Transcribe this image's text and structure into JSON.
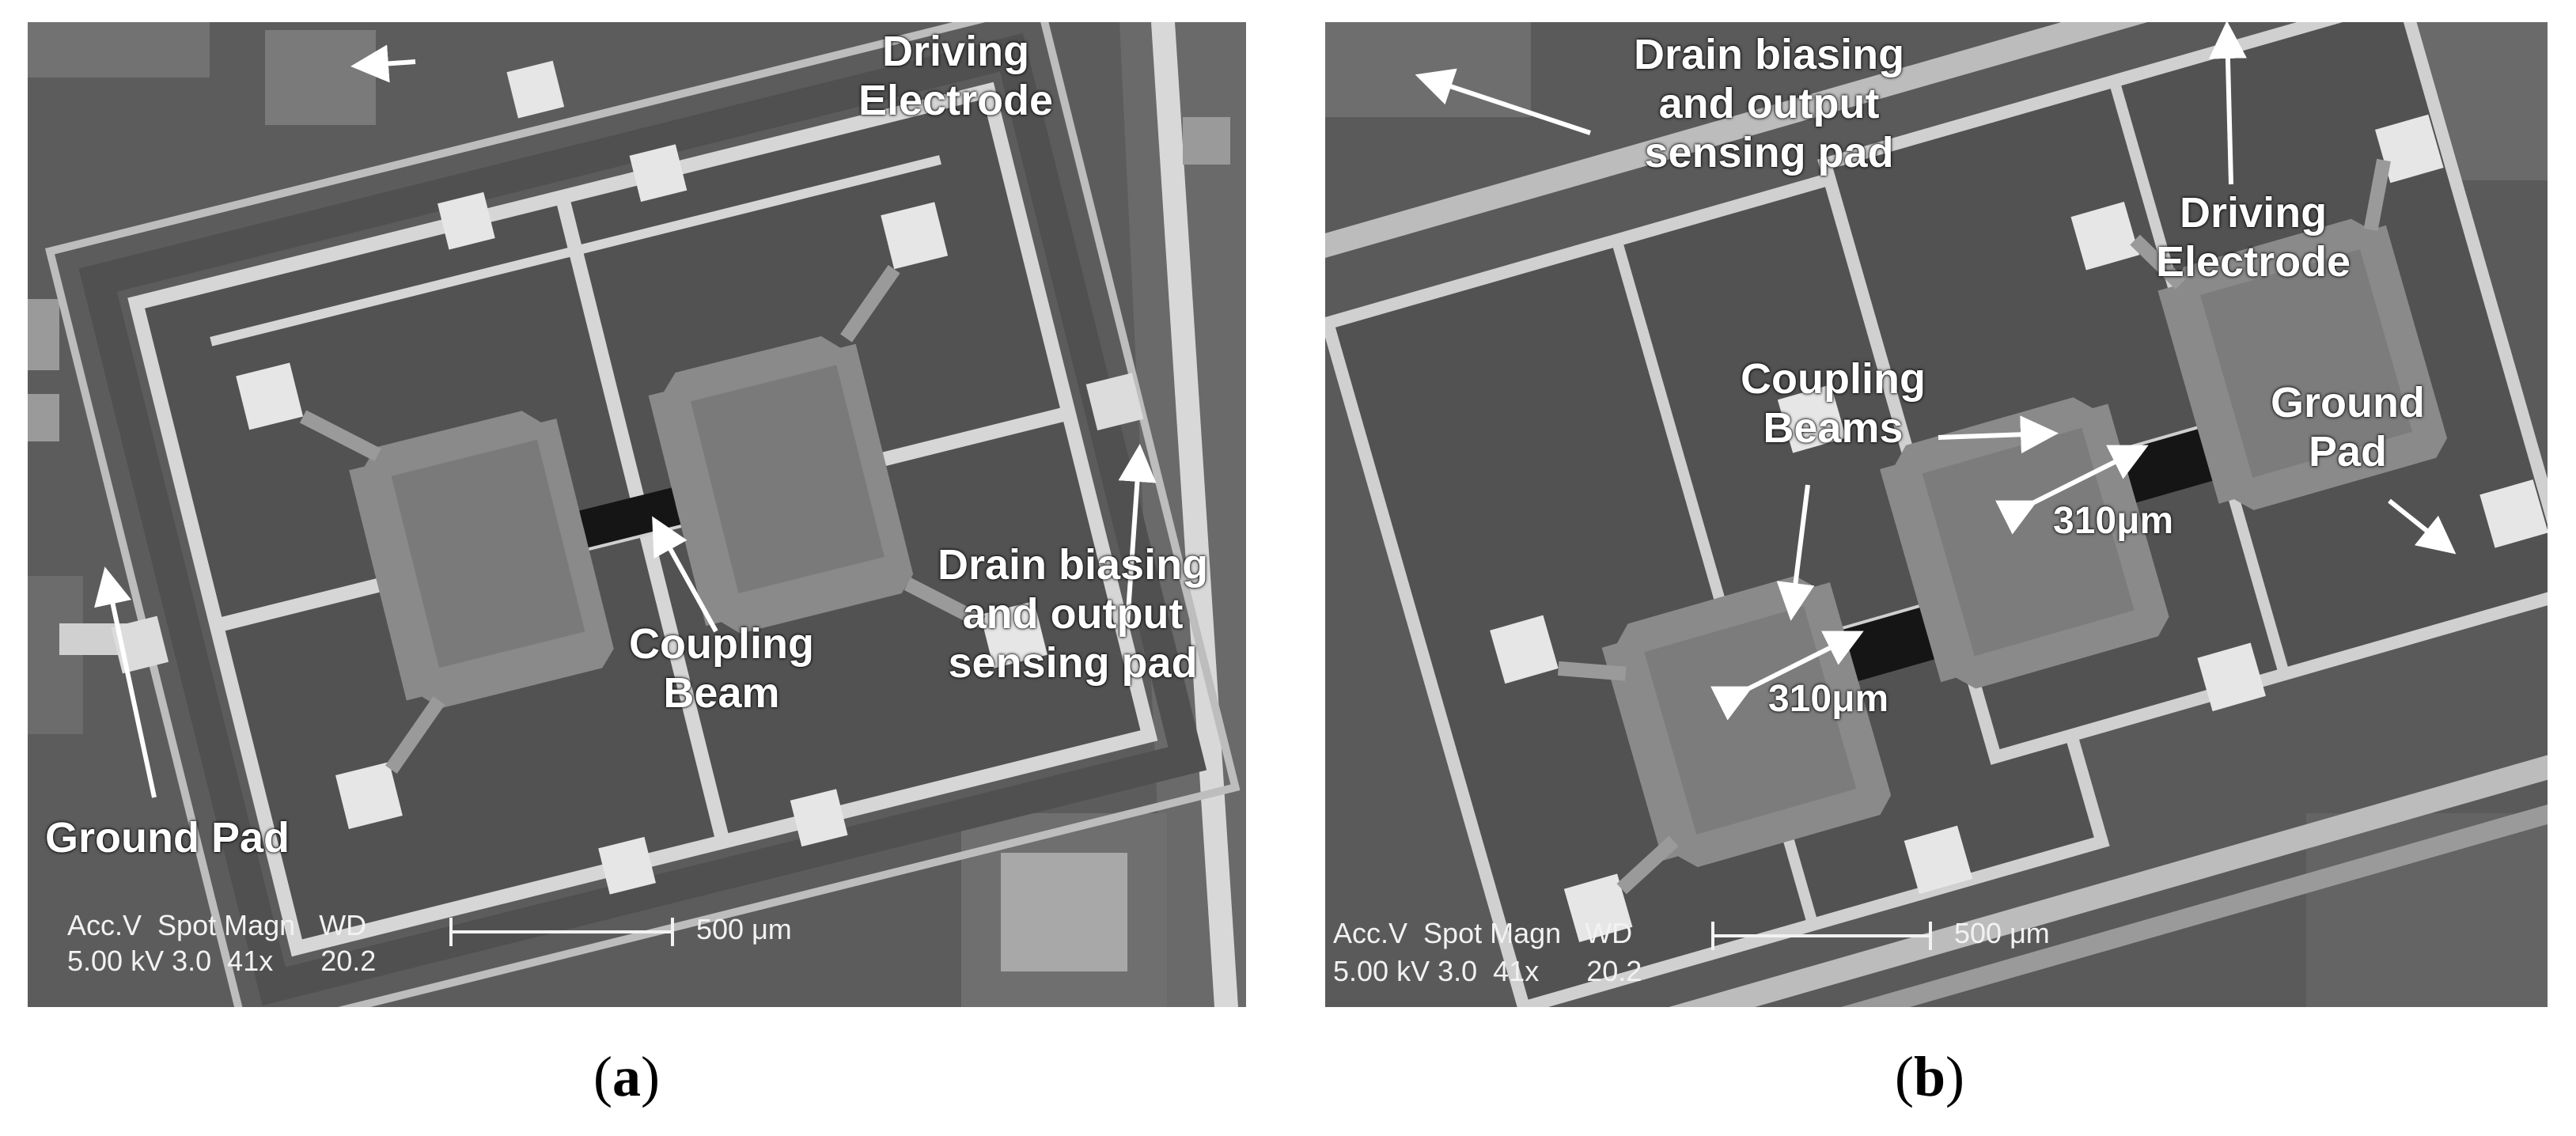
{
  "panel_a": {
    "labels": {
      "driving_electrode": [
        "Driving",
        "Electrode"
      ],
      "drain_pad": [
        "Drain biasing",
        "and output",
        "sensing pad"
      ],
      "coupling_beam": [
        "Coupling",
        "Beam"
      ],
      "ground_pad": "Ground Pad"
    },
    "sem_info": {
      "headers": [
        "Acc.V",
        "Spot",
        "Magn",
        "WD"
      ],
      "values": [
        "5.00 kV",
        "3.0",
        "41x",
        "20.2"
      ],
      "scale": "500 μm"
    },
    "caption_letter": "a"
  },
  "panel_b": {
    "labels": {
      "drain_pad": [
        "Drain biasing",
        "and output",
        "sensing pad"
      ],
      "driving_electrode": [
        "Driving",
        "Electrode"
      ],
      "coupling_beams": [
        "Coupling",
        "Beams"
      ],
      "ground_pad": [
        "Ground",
        "Pad"
      ],
      "dimension_1": "310μm",
      "dimension_2": "310μm"
    },
    "sem_info": {
      "headers": [
        "Acc.V",
        "Spot",
        "Magn",
        "WD"
      ],
      "values": [
        "5.00 kV",
        "3.0",
        "41x",
        "20.2"
      ],
      "scale": "500 μm"
    },
    "caption_letter": "b"
  }
}
